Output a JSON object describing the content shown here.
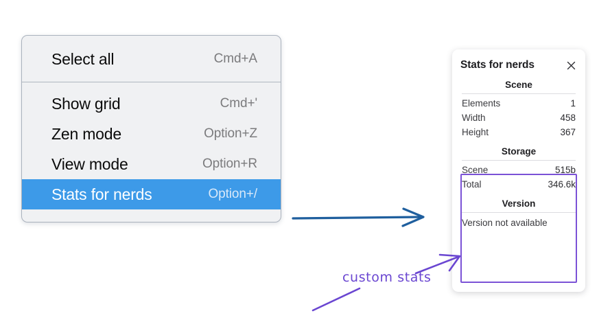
{
  "context_menu": {
    "sections": [
      {
        "items": [
          {
            "label": "Select all",
            "shortcut": "Cmd+A",
            "selected": false
          }
        ]
      },
      {
        "items": [
          {
            "label": "Show grid",
            "shortcut": "Cmd+'",
            "selected": false
          },
          {
            "label": "Zen mode",
            "shortcut": "Option+Z",
            "selected": false
          },
          {
            "label": "View mode",
            "shortcut": "Option+R",
            "selected": false
          },
          {
            "label": "Stats for nerds",
            "shortcut": "Option+/",
            "selected": true
          }
        ]
      }
    ],
    "highlight_color": "#3d9ae8"
  },
  "stats_panel": {
    "title": "Stats for nerds",
    "close_icon": "close-icon",
    "groups": [
      {
        "title": "Scene",
        "rows": [
          {
            "label": "Elements",
            "value": "1"
          },
          {
            "label": "Width",
            "value": "458"
          },
          {
            "label": "Height",
            "value": "367"
          }
        ]
      },
      {
        "title": "Storage",
        "rows": [
          {
            "label": "Scene",
            "value": "515b"
          },
          {
            "label": "Total",
            "value": "346.6k"
          }
        ]
      },
      {
        "title": "Version",
        "note": "Version not available"
      }
    ]
  },
  "annotations": {
    "label": "custom stats",
    "label_color": "#6a46d1",
    "box_color": "#7b52d6",
    "flow_arrow_color": "#1f5f9e"
  }
}
